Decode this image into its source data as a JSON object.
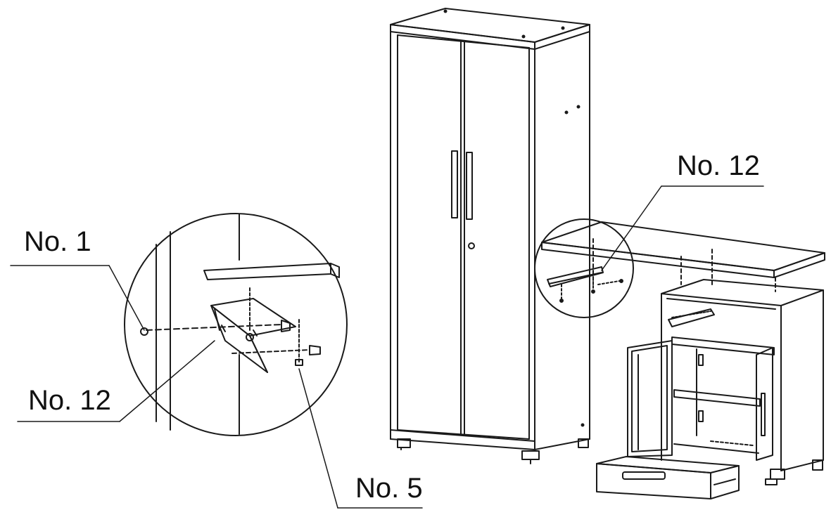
{
  "callouts": {
    "no1": "No. 1",
    "no12_left": "No. 12",
    "no5": "No. 5",
    "no12_right": "No. 12"
  },
  "colors": {
    "line": "#1a1a1a",
    "background": "#ffffff"
  }
}
